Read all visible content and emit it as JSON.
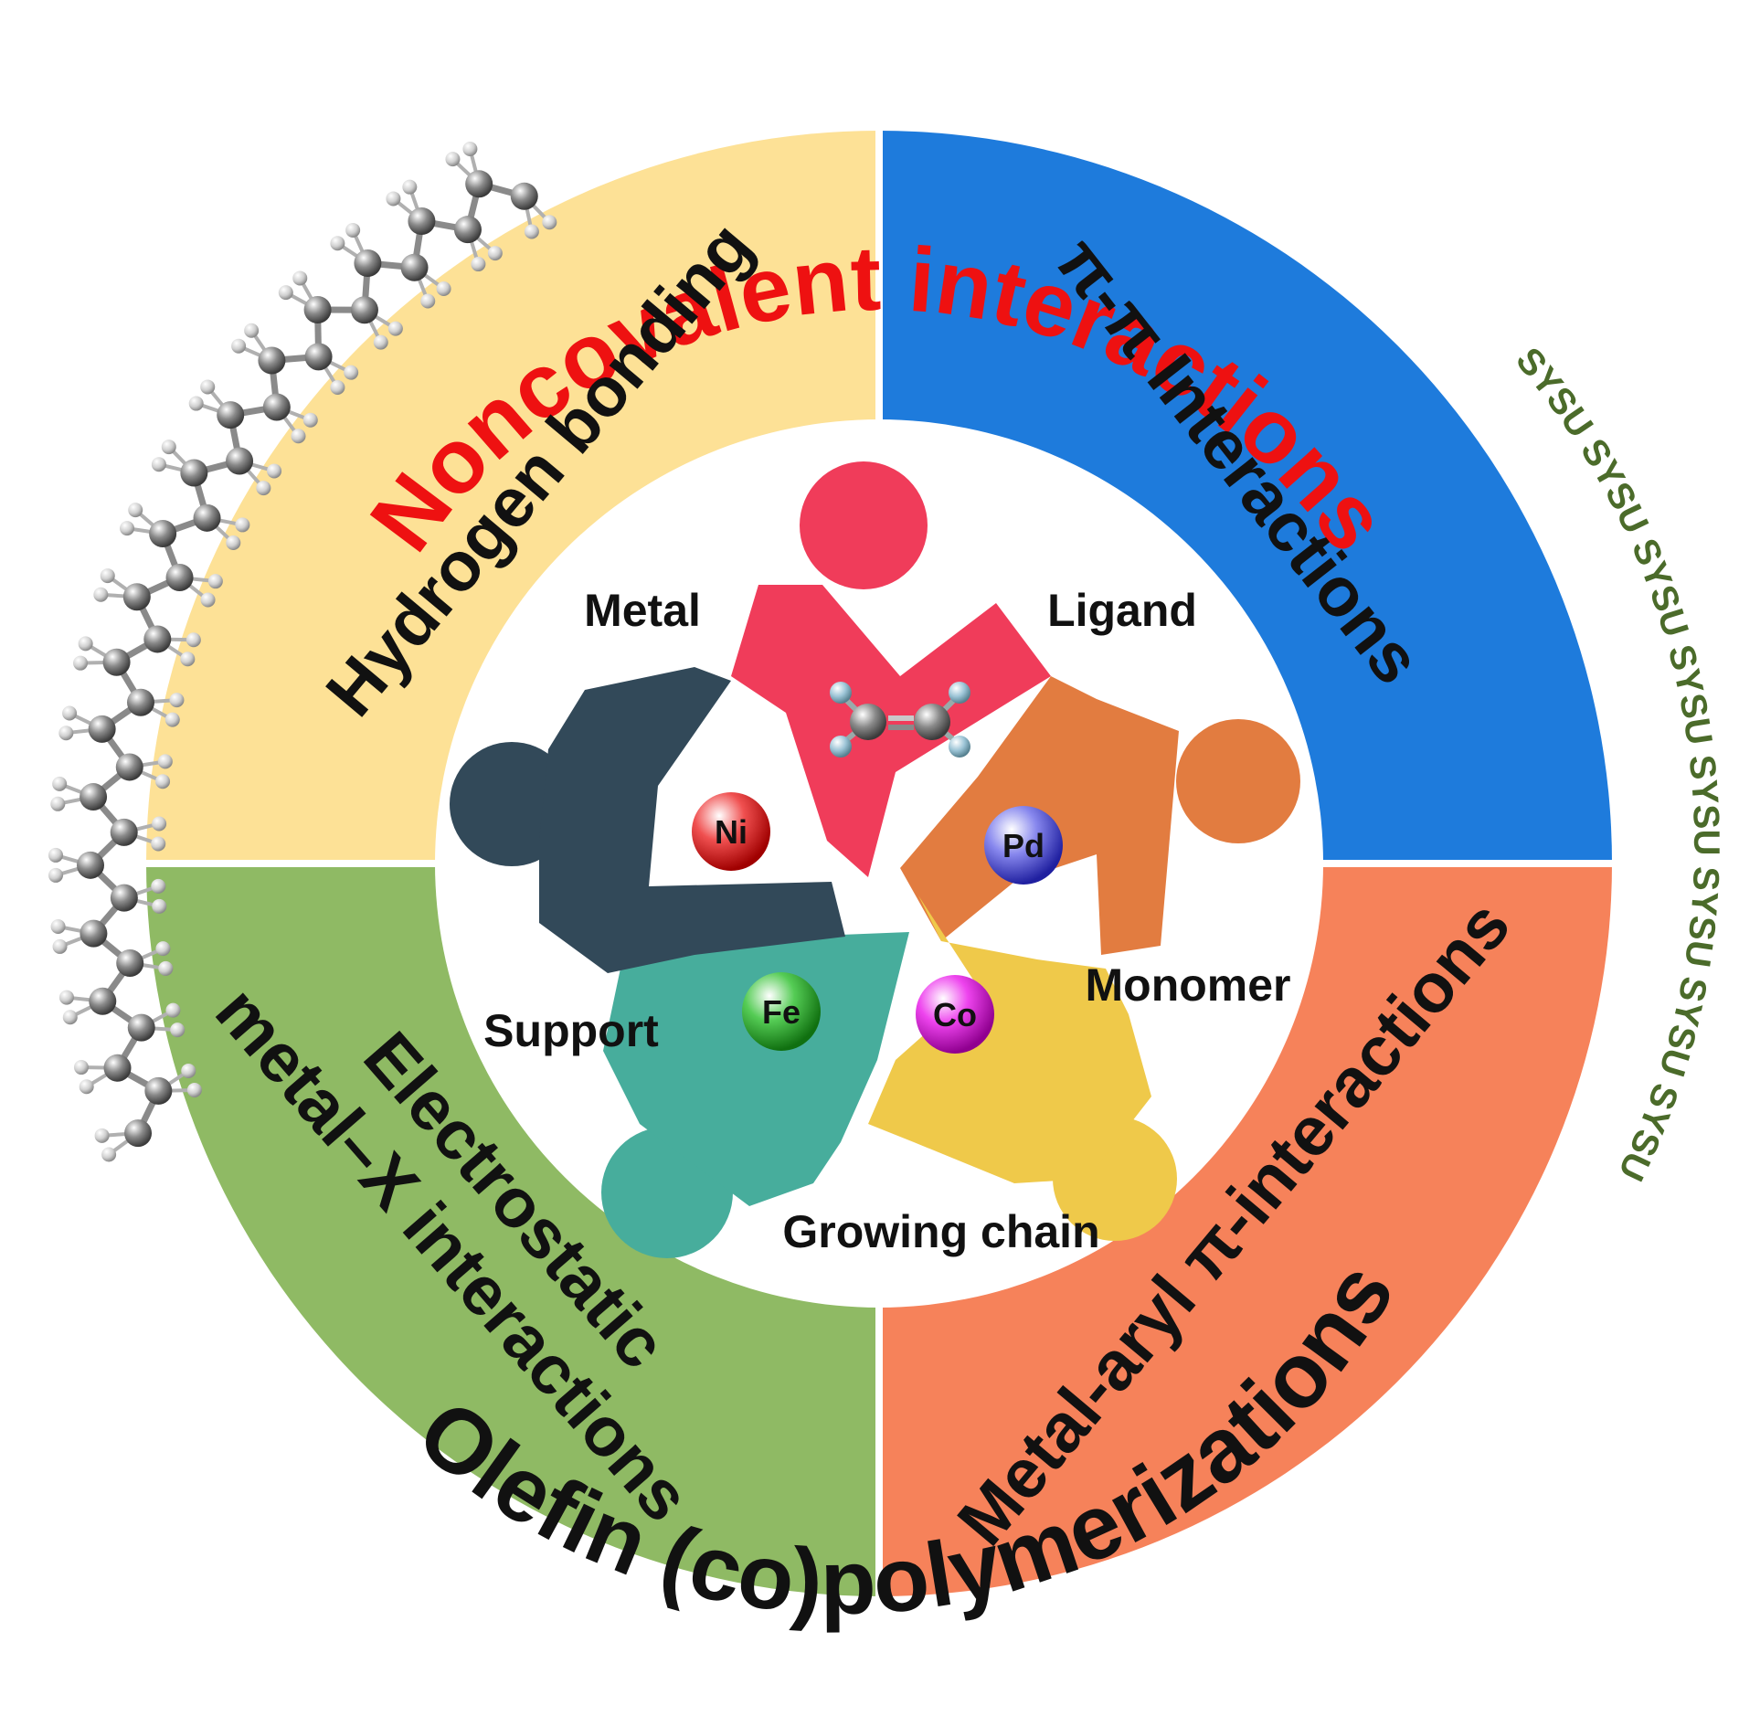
{
  "title_top": "Noncovalent interactions",
  "title_bottom": "Olefin   (co)polymerizations",
  "quadrants": {
    "top_left": "Hydrogen bonding",
    "top_right": "π-π  Interactions",
    "bottom_left_line1": "Electrostatic",
    "bottom_left_line2": "metal–X interactions",
    "bottom_right": "Metal-aryl π-interactions"
  },
  "roles": {
    "metal": "Metal",
    "ligand": "Ligand",
    "monomer": "Monomer",
    "growing_chain": "Growing chain",
    "support": "Support"
  },
  "metals": [
    "Ni",
    "Pd",
    "Fe",
    "Co"
  ],
  "watermark": "SYSU   SYSU   SYSU   SYSU   SYSU   SYSU   SYSU   SYSU",
  "icons": [
    "teamwork-people-icon",
    "ethylene-molecule-icon",
    "polymer-chain-icon"
  ],
  "colors": {
    "title_top": "#ee1111",
    "title_bottom": "#111111",
    "top_left": "#fde196",
    "top_right": "#1e7bdc",
    "bottom_left": "#8fba64",
    "bottom_right": "#f6825a",
    "person_red": "#f03c5a",
    "person_orange": "#e27c40",
    "person_yellow": "#efc94a",
    "person_teal": "#47ad9c",
    "person_navy": "#324959",
    "watermark": "#4b6b2a"
  }
}
